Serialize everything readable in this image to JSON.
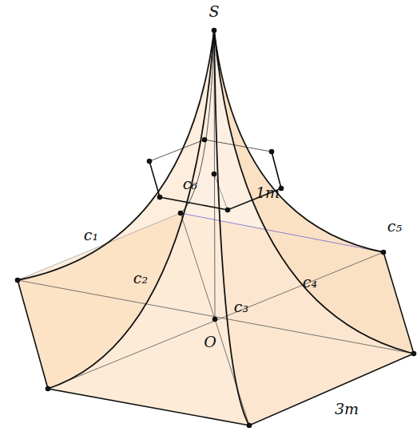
{
  "diagram": {
    "labels": [
      "S",
      "c₁",
      "c₆",
      "1m",
      "c₅",
      "c₂",
      "c₃",
      "c₄",
      "O",
      "3m"
    ]
  }
}
